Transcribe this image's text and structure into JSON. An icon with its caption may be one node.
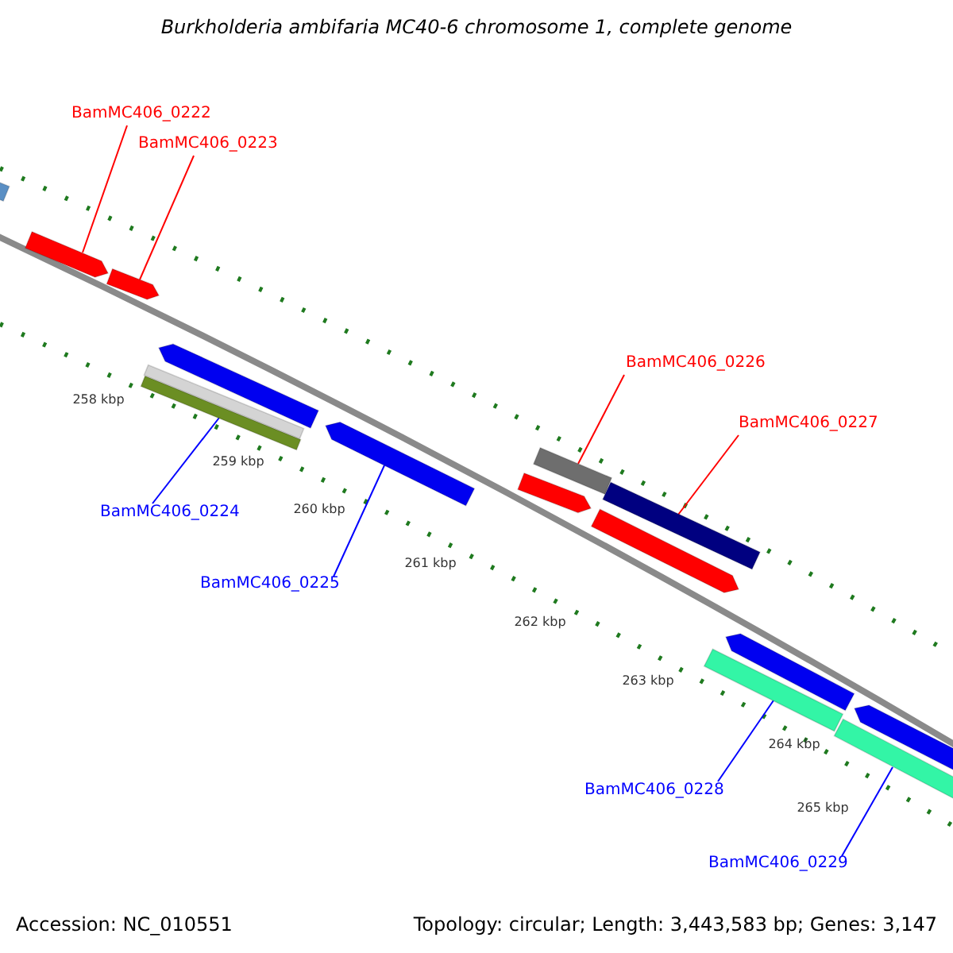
{
  "diagram": {
    "title": "Burkholderia ambifaria MC40-6 chromosome 1, complete genome",
    "nodes": [
      {
        "text": [
          "BamMC406_0222"
        ]
      },
      {
        "text": [
          "BamMC406_0223"
        ]
      },
      {
        "text": [
          "BamMC406_0226"
        ]
      },
      {
        "text": [
          "BamMC406_0227"
        ]
      },
      {
        "text": [
          "BamMC406_0224"
        ]
      },
      {
        "text": [
          "BamMC406_0225"
        ]
      },
      {
        "text": [
          "BamMC406_0228"
        ]
      },
      {
        "text": [
          "BamMC406_0229"
        ]
      },
      {
        "text": [],
        "shape": "bar"
      },
      {
        "text": [],
        "shape": "arrow"
      },
      {
        "text": [],
        "shape": "arrow"
      },
      {
        "text": [],
        "shape": "bar"
      },
      {
        "text": [],
        "shape": "bar"
      },
      {
        "text": [],
        "shape": "arrow"
      },
      {
        "text": [],
        "shape": "arrow"
      },
      {
        "text": [],
        "shape": "arrow"
      },
      {
        "text": [],
        "shape": "bar"
      },
      {
        "text": [],
        "shape": "arrow"
      },
      {
        "text": [],
        "shape": "bar"
      },
      {
        "text": [],
        "shape": "bar"
      },
      {
        "text": [],
        "shape": "arrow"
      },
      {
        "text": [],
        "shape": "bar"
      },
      {
        "text": [],
        "shape": "arrow"
      }
    ],
    "edges": [
      {
        "from": 0,
        "to": 9,
        "arrow": "none",
        "color": "#ff0000"
      },
      {
        "from": 1,
        "to": 10,
        "arrow": "none",
        "color": "#ff0000"
      },
      {
        "from": 2,
        "to": 16,
        "arrow": "none",
        "color": "#ff0000"
      },
      {
        "from": 3,
        "to": 18,
        "arrow": "none",
        "color": "#ff0000"
      },
      {
        "from": 4,
        "to": 11,
        "arrow": "none",
        "color": "#0000ff"
      },
      {
        "from": 5,
        "to": 14,
        "arrow": "none",
        "color": "#0000ff"
      },
      {
        "from": 6,
        "to": 19,
        "arrow": "none",
        "color": "#0000ff"
      },
      {
        "from": 7,
        "to": 21,
        "arrow": "none",
        "color": "#0000ff"
      }
    ],
    "labels": [
      "258 kbp",
      "259 kbp",
      "260 kbp",
      "261 kbp",
      "262 kbp",
      "263 kbp",
      "264 kbp",
      "265 kbp",
      "Accession: NC_010551",
      "Topology: circular; Length: 3,443,583 bp; Genes: 3,147"
    ]
  }
}
